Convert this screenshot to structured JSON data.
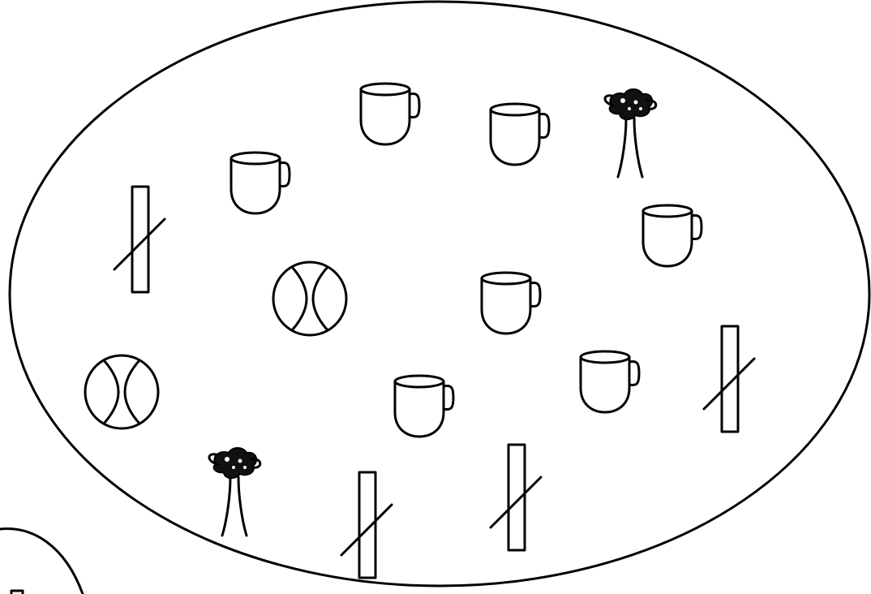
{
  "scene": {
    "description_free": true,
    "colors": {
      "stroke": "#000000",
      "background": "#ffffff"
    },
    "groups": [
      {
        "id": "large-oval",
        "items": [
          {
            "type": "mug",
            "count": 7
          },
          {
            "type": "tree",
            "count": 2
          },
          {
            "type": "crossed-bar",
            "count": 4
          },
          {
            "type": "circle-with-arcs",
            "count": 2
          }
        ]
      },
      {
        "id": "small-partial-circle",
        "items": [
          {
            "type": "crossed-bar",
            "count": 1
          }
        ]
      }
    ]
  }
}
